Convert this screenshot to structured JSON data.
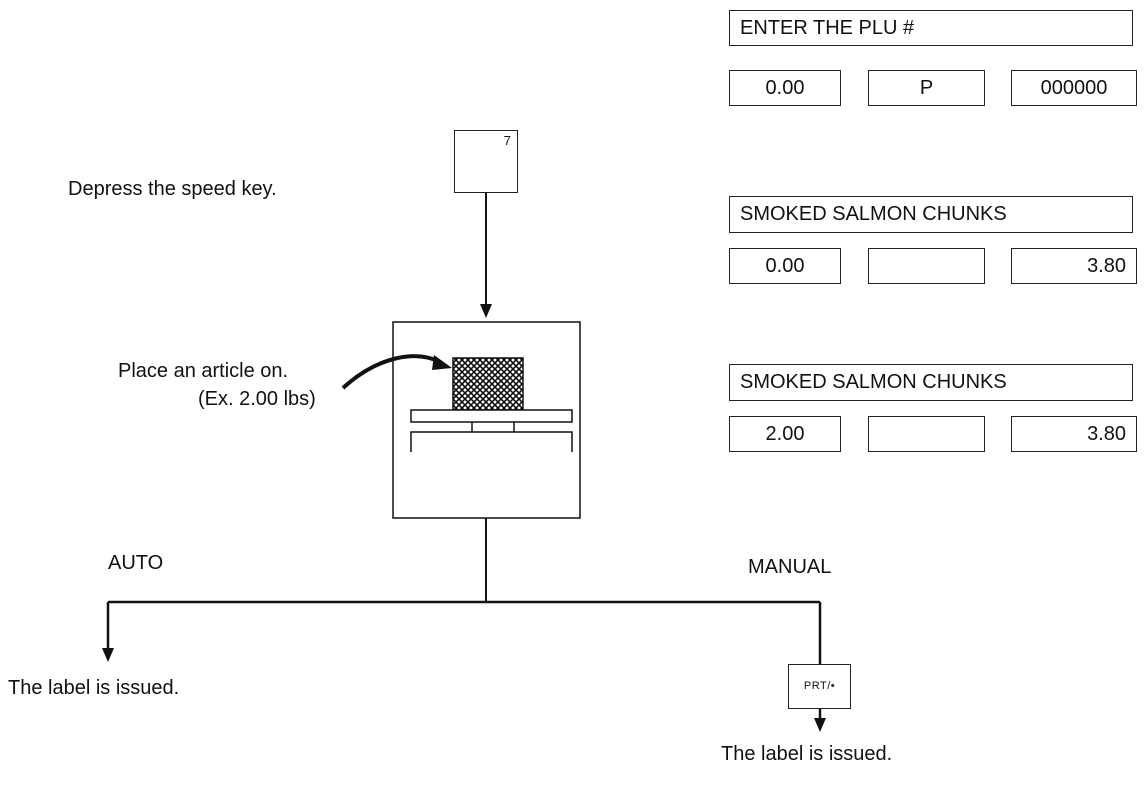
{
  "displays": [
    {
      "title": "ENTER THE PLU #",
      "weight": "0.00",
      "middle": "P",
      "right": "000000"
    },
    {
      "title": "SMOKED SALMON CHUNKS",
      "weight": "0.00",
      "middle": "",
      "right": "3.80"
    },
    {
      "title": "SMOKED SALMON CHUNKS",
      "weight": "2.00",
      "middle": "",
      "right": "3.80"
    }
  ],
  "steps": {
    "speed_key_instruction": "Depress the speed key.",
    "speed_key_label": "7",
    "place_article_instruction": "Place an article on.",
    "place_article_example": "(Ex. 2.00 lbs)",
    "auto_label": "AUTO",
    "manual_label": "MANUAL",
    "auto_result": "The label is issued.",
    "print_key_label": "PRT/•",
    "manual_result": "The label is issued."
  }
}
